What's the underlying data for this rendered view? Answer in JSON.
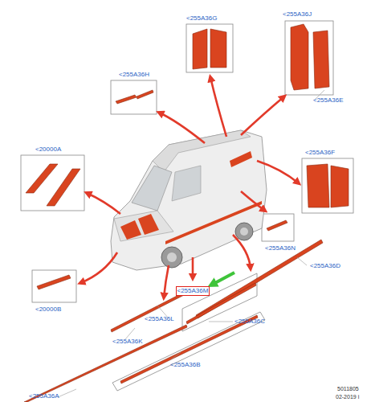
{
  "diagram": {
    "labels": [
      "<255A36G",
      "<255A36J",
      "<255A36H",
      "<255A36E",
      "<20000A",
      "<255A36F",
      "<255A36N",
      "<255A36D",
      "<20000B",
      "<255A36M",
      "<255A36L",
      "<255A36C",
      "<255A36K",
      "<255A36B",
      "<255A36A",
      "5011805",
      "02-2019 i"
    ]
  }
}
